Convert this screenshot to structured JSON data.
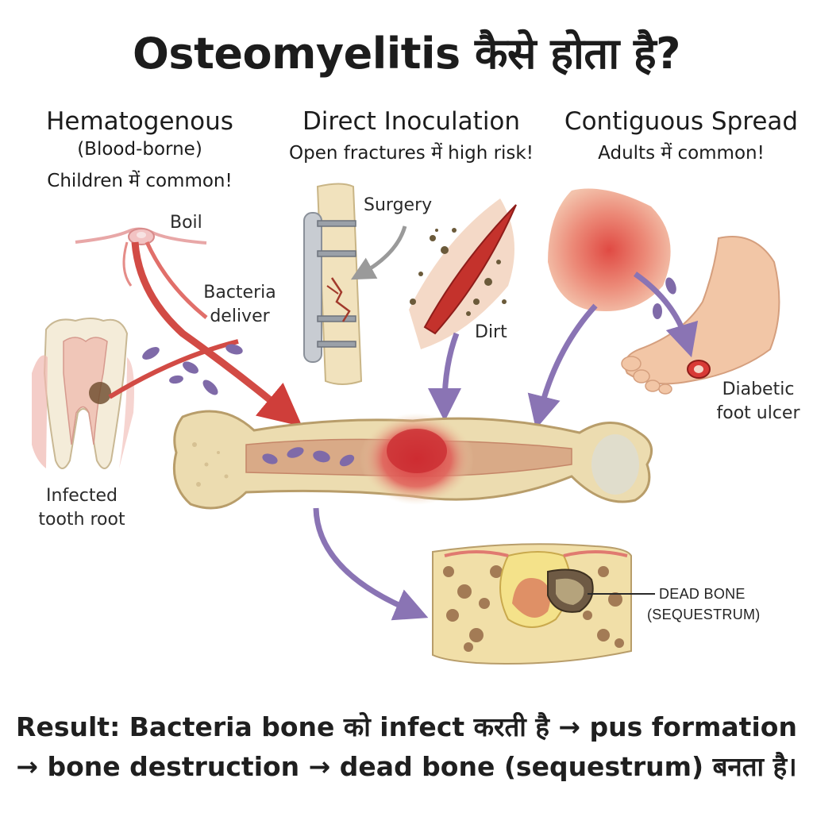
{
  "title": "Osteomyelitis कैसे होता है?",
  "columns": {
    "hematogenous": {
      "heading": "Hematogenous",
      "sub1": "(Blood-borne)",
      "sub2": "Children में common!"
    },
    "direct": {
      "heading": "Direct Inoculation",
      "sub1": "Open fractures में high risk!"
    },
    "contiguous": {
      "heading": "Contiguous Spread",
      "sub1": "Adults में common!"
    }
  },
  "labels": {
    "boil": "Boil",
    "bacteria_line1": "Bacteria",
    "bacteria_line2": "deliver",
    "tooth_line1": "Infected",
    "tooth_line2": "tooth root",
    "surgery": "Surgery",
    "dirt": "Dirt",
    "diabetic_line1": "Diabetic",
    "diabetic_line2": "foot ulcer",
    "dead_bone_line1": "DEAD BONE",
    "dead_bone_line2": "(SEQUESTRUM)"
  },
  "result": {
    "line1": "Result: Bacteria bone को infect करती है → pus formation",
    "line2": "→ bone destruction → dead bone (sequestrum) बनता है।"
  },
  "colors": {
    "arrow_purple": "#8a74b4",
    "blood_red": "#cf3e3a",
    "bone_cream": "#ecdcb0",
    "bacteria": "#7f6aa8"
  }
}
